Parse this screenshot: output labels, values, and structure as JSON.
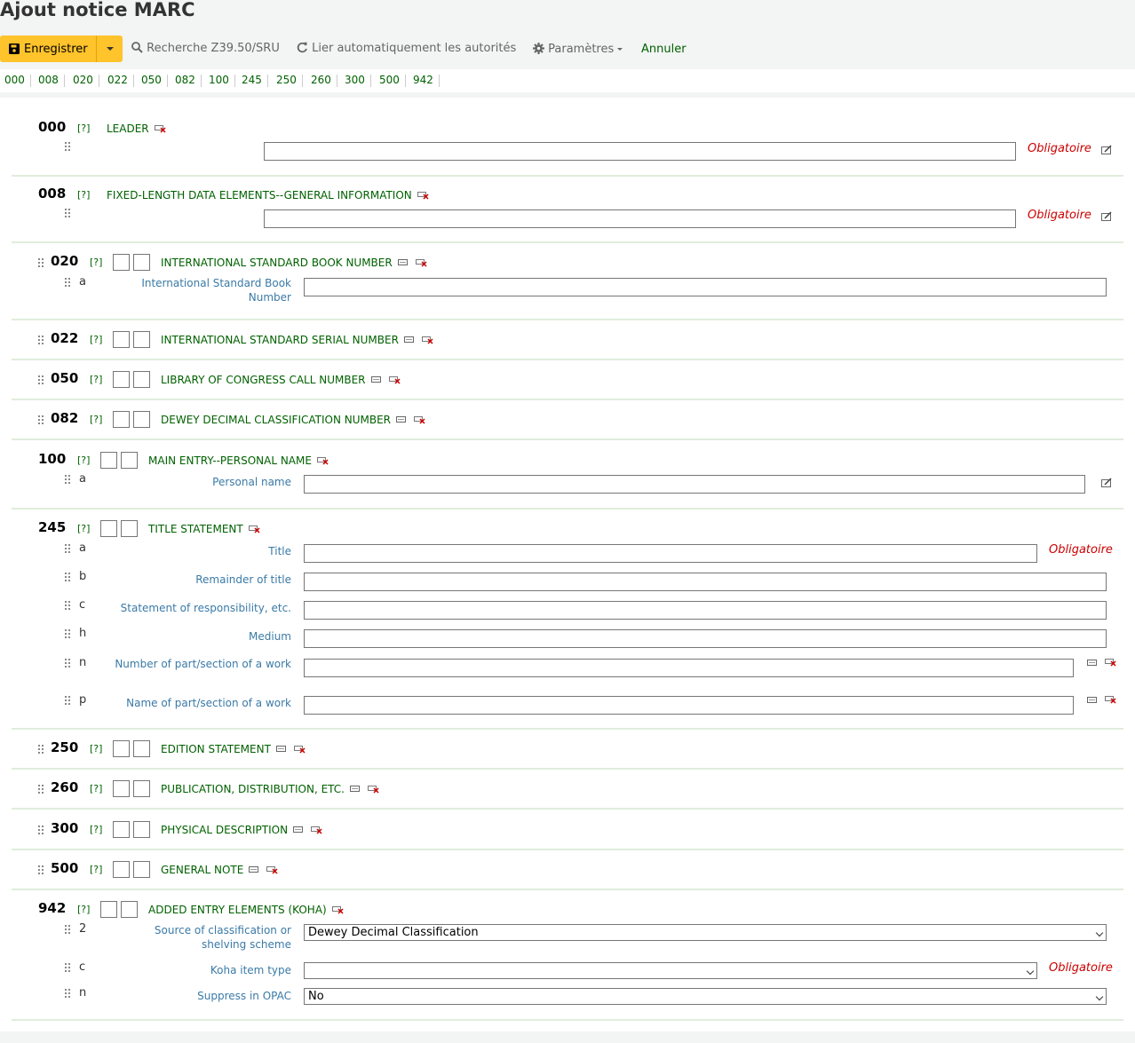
{
  "page": {
    "title": "Ajout notice MARC"
  },
  "toolbar": {
    "save_label": "Enregistrer",
    "z3950_label": "Recherche Z39.50/SRU",
    "link_label": "Lier automatiquement les autorités",
    "settings_label": "Paramètres",
    "cancel_label": "Annuler"
  },
  "tabs": [
    "000",
    "008",
    "020",
    "022",
    "050",
    "082",
    "100",
    "245",
    "250",
    "260",
    "300",
    "500",
    "942"
  ],
  "common": {
    "help": "[?]",
    "mandatory": "Obligatoire"
  },
  "fields": [
    {
      "tag": "000",
      "label": "LEADER"
    },
    {
      "tag": "008",
      "label": "FIXED-LENGTH DATA ELEMENTS--GENERAL INFORMATION"
    },
    {
      "tag": "020",
      "label": "INTERNATIONAL STANDARD BOOK NUMBER",
      "subfields": [
        {
          "code": "a",
          "label": "International Standard Book Number"
        }
      ]
    },
    {
      "tag": "022",
      "label": "INTERNATIONAL STANDARD SERIAL NUMBER"
    },
    {
      "tag": "050",
      "label": "LIBRARY OF CONGRESS CALL NUMBER"
    },
    {
      "tag": "082",
      "label": "DEWEY DECIMAL CLASSIFICATION NUMBER"
    },
    {
      "tag": "100",
      "label": "MAIN ENTRY--PERSONAL NAME",
      "subfields": [
        {
          "code": "a",
          "label": "Personal name"
        }
      ]
    },
    {
      "tag": "245",
      "label": "TITLE STATEMENT",
      "subfields": [
        {
          "code": "a",
          "label": "Title"
        },
        {
          "code": "b",
          "label": "Remainder of title"
        },
        {
          "code": "c",
          "label": "Statement of responsibility, etc."
        },
        {
          "code": "h",
          "label": "Medium"
        },
        {
          "code": "n",
          "label": "Number of part/section of a work"
        },
        {
          "code": "p",
          "label": "Name of part/section of a work"
        }
      ]
    },
    {
      "tag": "250",
      "label": "EDITION STATEMENT"
    },
    {
      "tag": "260",
      "label": "PUBLICATION, DISTRIBUTION, ETC."
    },
    {
      "tag": "300",
      "label": "PHYSICAL DESCRIPTION"
    },
    {
      "tag": "500",
      "label": "GENERAL NOTE"
    },
    {
      "tag": "942",
      "label": "ADDED ENTRY ELEMENTS (KOHA)",
      "subfields": [
        {
          "code": "2",
          "label": "Source of classification or shelving scheme",
          "value": "Dewey Decimal Classification"
        },
        {
          "code": "c",
          "label": "Koha item type",
          "value": ""
        },
        {
          "code": "n",
          "label": "Suppress in OPAC",
          "value": "No"
        }
      ]
    }
  ],
  "colors": {
    "accent": "#006100",
    "save": "#ffc32b",
    "mandatory": "#cc0000",
    "sublabel": "#3a7aa7"
  }
}
